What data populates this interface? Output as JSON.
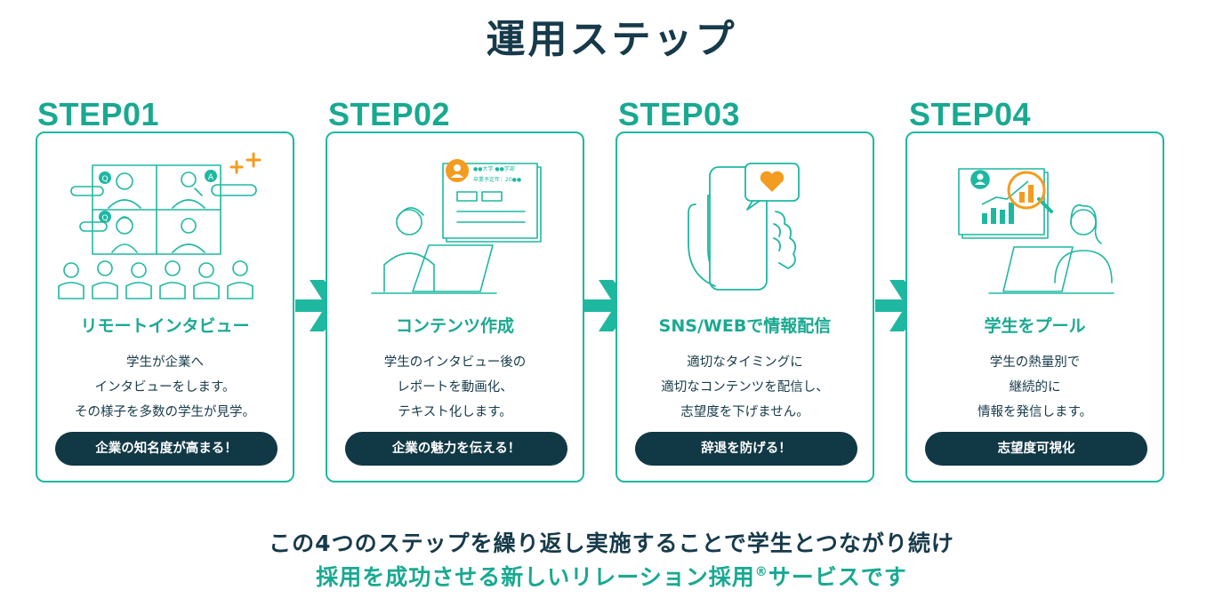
{
  "title": "運用ステップ",
  "colors": {
    "teal": "#1eb8a1",
    "navy": "#113845",
    "orange": "#f39c1f"
  },
  "steps": [
    {
      "label": "STEP01",
      "title": "リモートインタビュー",
      "desc": [
        "学生が企業へ",
        "インタビューをします。",
        "その様子を多数の学生が見学。"
      ],
      "pill": "企業の知名度が高まる！",
      "icon": "video-interview-icon"
    },
    {
      "label": "STEP02",
      "title": "コンテンツ作成",
      "desc": [
        "学生のインタビュー後の",
        "レポートを動画化、",
        "テキスト化します。"
      ],
      "pill": "企業の魅力を伝える！",
      "icon": "content-creation-icon"
    },
    {
      "label": "STEP03",
      "title": "SNS/WEBで情報配信",
      "desc": [
        "適切なタイミングに",
        "適切なコンテンツを配信し、",
        "志望度を下げません。"
      ],
      "pill": "辞退を防げる！",
      "icon": "smartphone-heart-icon"
    },
    {
      "label": "STEP04",
      "title": "学生をプール",
      "desc": [
        "学生の熱量別で",
        "継続的に",
        "情報を発信します。"
      ],
      "pill": "志望度可視化",
      "icon": "analytics-icon"
    }
  ],
  "footer": {
    "line1": "この4つのステップを繰り返し実施することで学生とつながり続け",
    "line2": "採用を成功させる新しいリレーション採用",
    "line2_mark": "®",
    "line2_end": "サービスです"
  }
}
